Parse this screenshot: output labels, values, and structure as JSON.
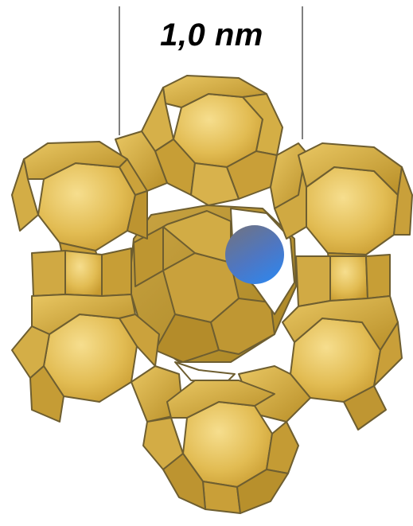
{
  "dimension_label": "1,0 nm",
  "colors": {
    "cage_face": "#E6C25A",
    "cage_highlight": "#F3D77E",
    "cage_shadow": "#B98E25",
    "cage_edge": "#7A6A3A",
    "cavity": "#ffffff",
    "molecule": "#3A7FD6",
    "molecule_dark": "#5B6A8E",
    "dimension_line": "#000000"
  },
  "icons": {
    "molecule": "sphere",
    "cage": "truncated-octahedron"
  }
}
